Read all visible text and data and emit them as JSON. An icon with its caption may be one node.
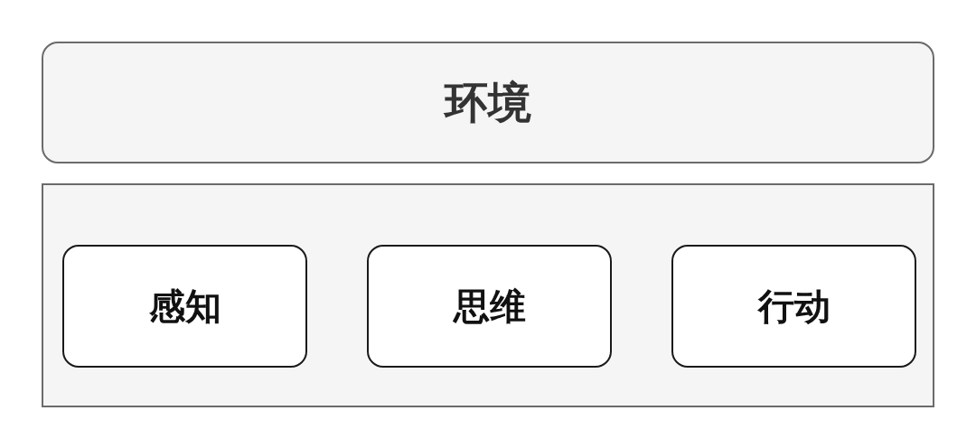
{
  "diagram": {
    "nodes": [
      {
        "text": [
          "环境"
        ]
      },
      {
        "text": [],
        "shape": "box"
      },
      {
        "text": [
          "感知"
        ],
        "in": 1
      },
      {
        "text": [
          "思维"
        ],
        "in": 1
      },
      {
        "text": [
          "行动"
        ],
        "in": 1
      }
    ]
  }
}
